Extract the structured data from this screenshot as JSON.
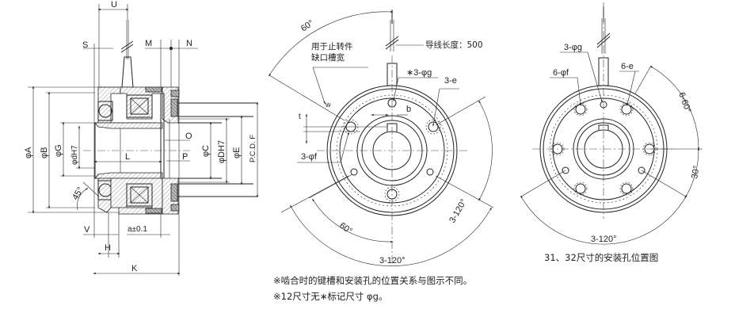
{
  "side_view": {
    "labels": {
      "U": "U",
      "S": "S",
      "M": "M",
      "N": "N",
      "A": "φA",
      "B": "φB",
      "G": "φG",
      "d": "φdH7",
      "L": "L",
      "O": "O",
      "P": "P",
      "C": "φC",
      "D": "φDH7",
      "E": "φE",
      "F": "P.C.D. F",
      "angle": "45°",
      "V": "V",
      "H": "H",
      "a": "a±0.1",
      "K": "K"
    }
  },
  "front_view": {
    "top_angle": "60°",
    "stopper_note_line1": "用于止转件",
    "stopper_note_line2": "缺口槽宽",
    "wire_length": "导线长度：500",
    "g_holes": "∗3-φg",
    "e_holes": "3-e",
    "b": "b",
    "t": "t",
    "w": "w",
    "f_holes": "3-φf",
    "angle_right": "3-120°",
    "angle_left": "60°",
    "angle_bottom": "3-120°"
  },
  "alt_view": {
    "g_holes": "3-φg",
    "f_holes": "6-φf",
    "e_holes": "6-e",
    "angle_60": "6-60°",
    "angle_30": "30°",
    "angle_bottom": "3-120°",
    "caption": "31、32尺寸的安装孔位置图"
  },
  "notes": [
    "※啮合时的键槽和安装孔的位置关系与图示不同。",
    "※12尺寸无∗标记尺寸 φg。"
  ]
}
